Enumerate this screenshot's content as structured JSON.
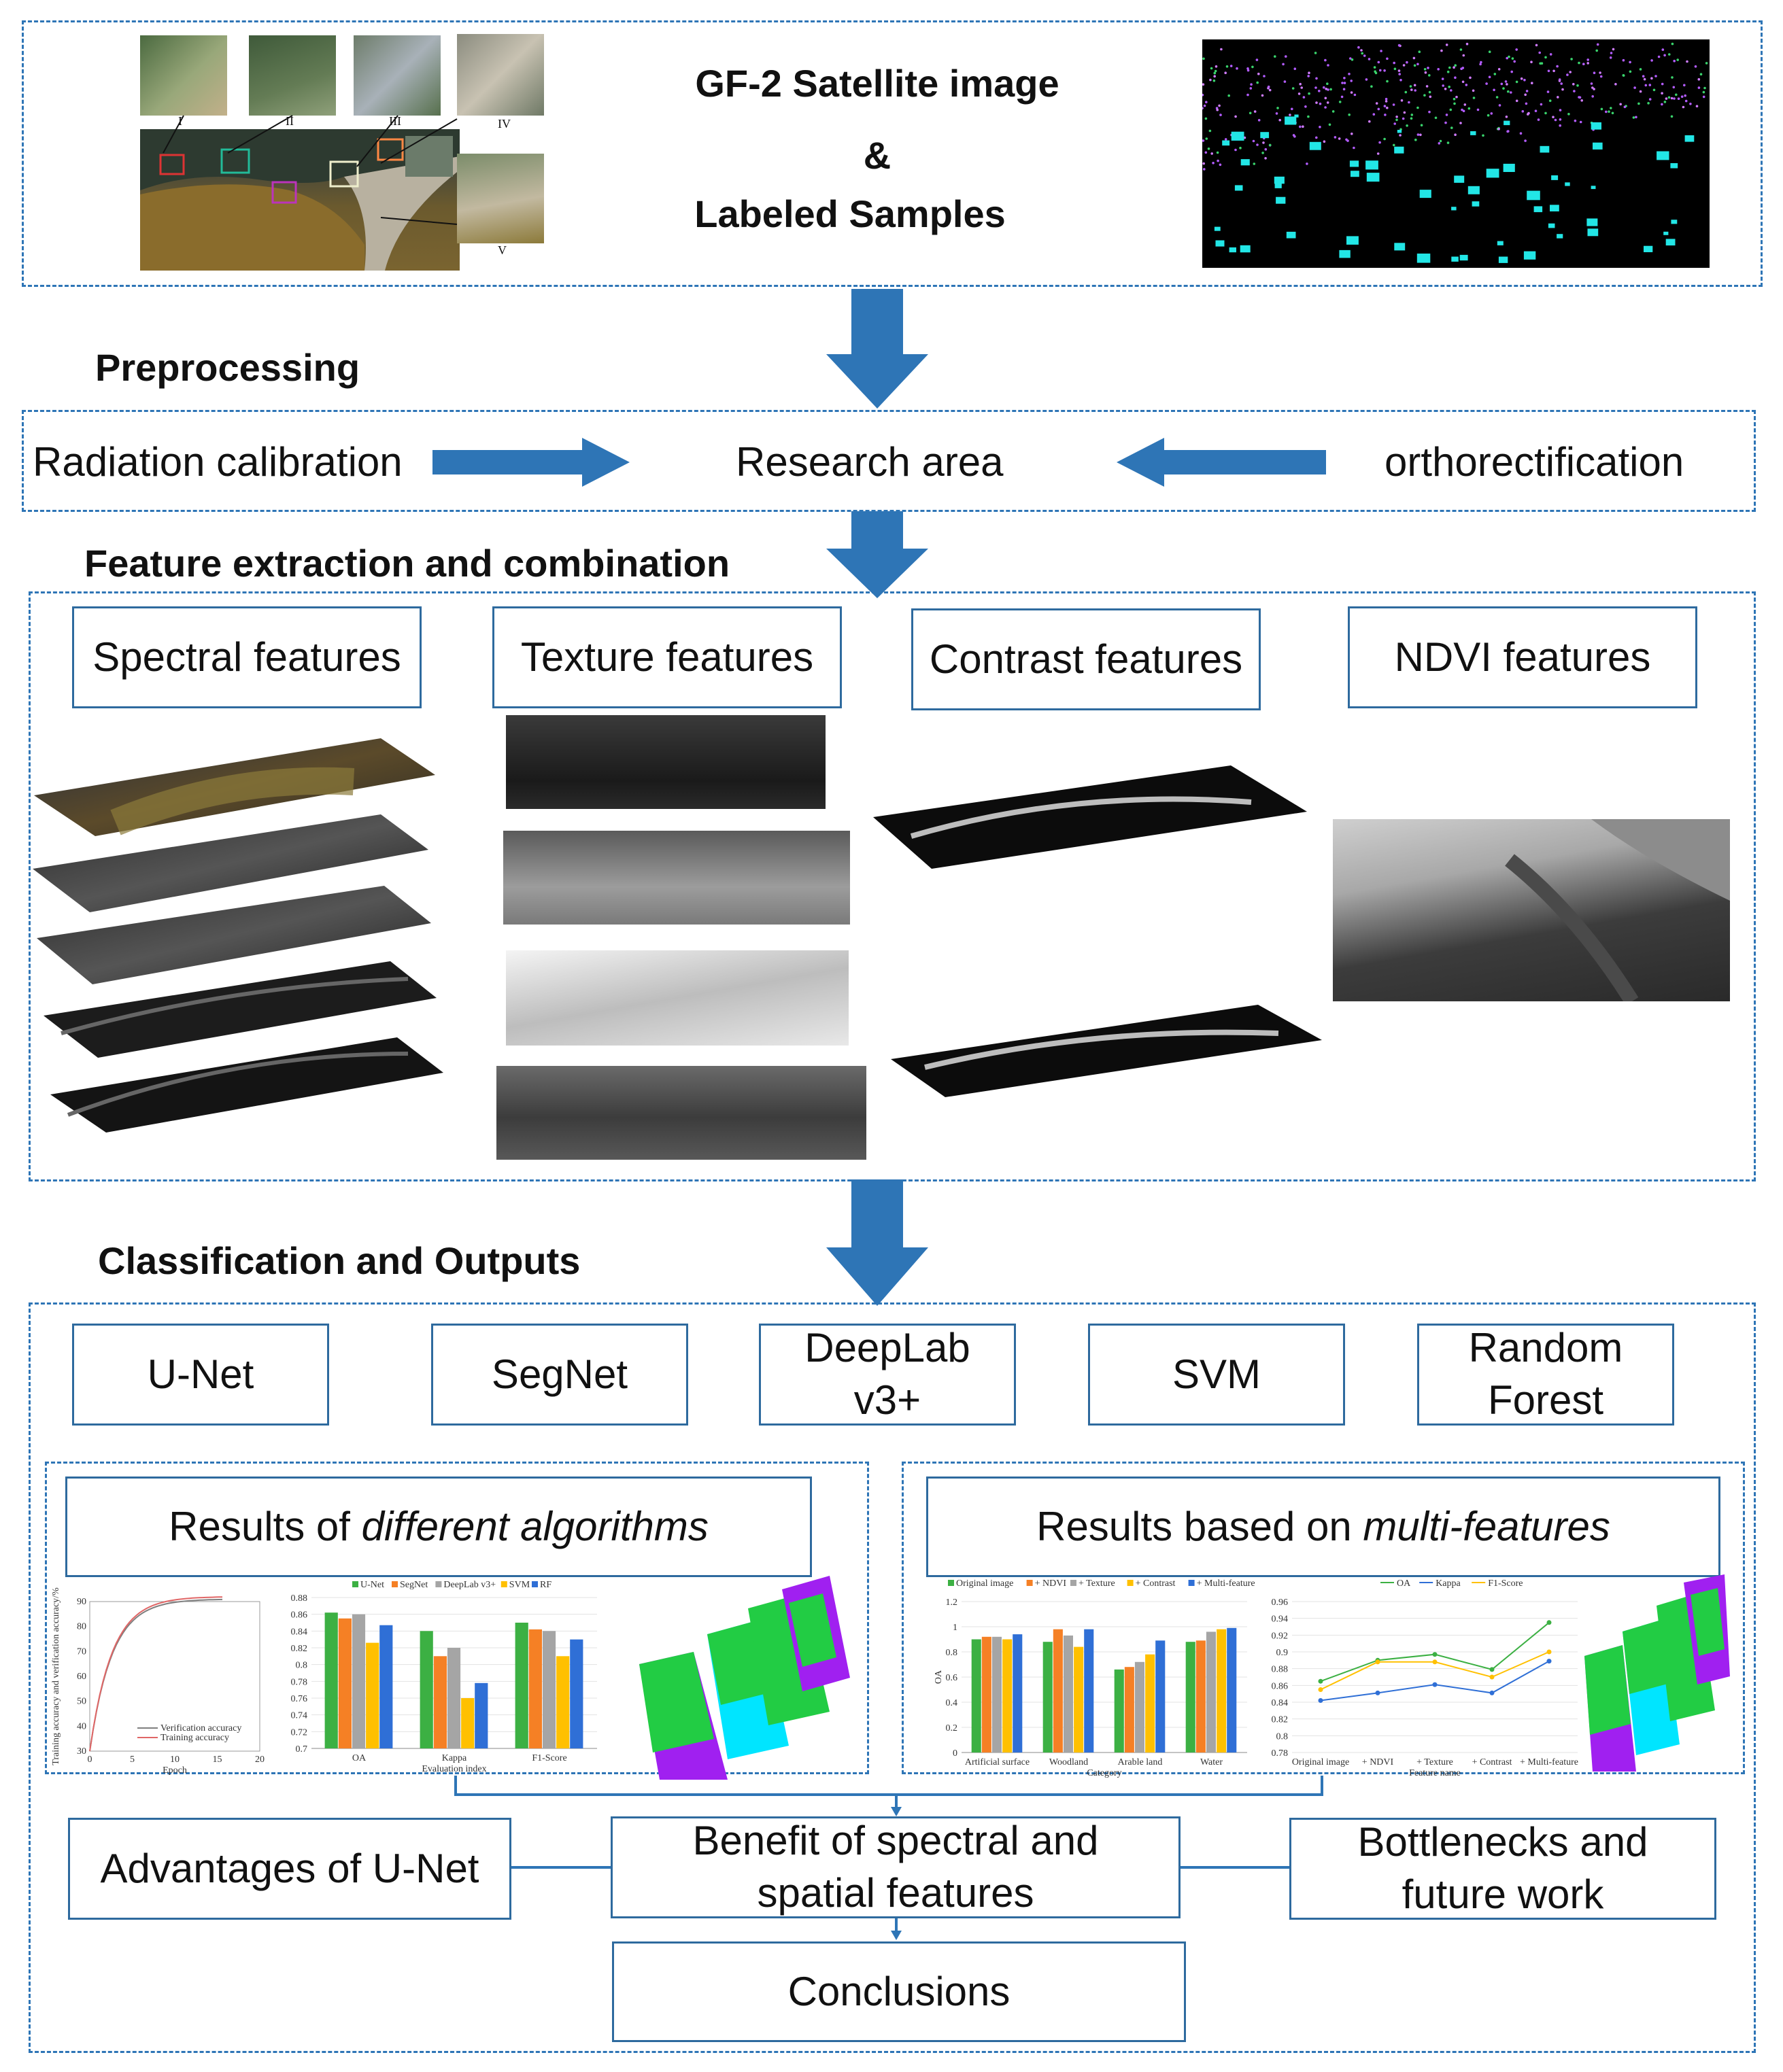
{
  "input_section": {
    "title_line1": "GF-2 Satellite image",
    "title_amp": "&",
    "title_line2": "Labeled Samples",
    "thumb_labels": [
      "I",
      "II",
      "III",
      "IV",
      "V"
    ]
  },
  "preprocessing": {
    "heading": "Preprocessing",
    "left": "Radiation calibration",
    "center": "Research area",
    "right": "orthorectification"
  },
  "features": {
    "heading": "Feature extraction and combination",
    "boxes": [
      "Spectral features",
      "Texture features",
      "Contrast features",
      "NDVI features"
    ]
  },
  "classification": {
    "heading": "Classification and Outputs",
    "algorithms": [
      "U-Net",
      "SegNet",
      "DeepLab v3+",
      "SVM",
      "Random Forest"
    ],
    "results_left_prefix": "Results of ",
    "results_left_italic": "different algorithms",
    "results_right_prefix": "Results based on ",
    "results_right_italic": "multi-features",
    "advantages": "Advantages of U-Net",
    "benefit": "Benefit of spectral and spatial features",
    "bottlenecks": "Bottlenecks and future work",
    "conclusions": "Conclusions"
  },
  "chart_data": [
    {
      "type": "line",
      "xlabel": "Epoch",
      "ylabel": "Training accuracy and verification accuracy/%",
      "series": [
        {
          "name": "Verification accuracy",
          "color": "#7f7f7f"
        },
        {
          "name": "Training accuracy",
          "color": "#e06666"
        }
      ],
      "x_ticks": [
        "0",
        "5",
        "10",
        "15",
        "20"
      ],
      "y_ticks": [
        "30",
        "40",
        "50",
        "60",
        "70",
        "80",
        "90"
      ]
    },
    {
      "type": "bar",
      "xlabel": "Evaluation index",
      "categories": [
        "OA",
        "Kappa",
        "F1-Score"
      ],
      "ylim": [
        0.7,
        0.88
      ],
      "y_ticks": [
        "0.7",
        "0.72",
        "0.74",
        "0.76",
        "0.78",
        "0.8",
        "0.82",
        "0.84",
        "0.86",
        "0.88"
      ],
      "series": [
        {
          "name": "U-Net",
          "color": "#3cb043",
          "values": [
            0.862,
            0.84,
            0.85
          ]
        },
        {
          "name": "SegNet",
          "color": "#f58025",
          "values": [
            0.855,
            0.81,
            0.842
          ]
        },
        {
          "name": "DeepLab v3+",
          "color": "#a5a5a5",
          "values": [
            0.86,
            0.82,
            0.84
          ]
        },
        {
          "name": "SVM",
          "color": "#ffc000",
          "values": [
            0.826,
            0.76,
            0.81
          ]
        },
        {
          "name": "RF",
          "color": "#2f6fd6",
          "values": [
            0.847,
            0.778,
            0.83
          ]
        }
      ]
    },
    {
      "type": "bar",
      "xlabel": "Category",
      "ylabel": "OA",
      "categories": [
        "Artificial surface",
        "Woodland",
        "Arable land",
        "Water"
      ],
      "ylim": [
        0,
        1.2
      ],
      "y_ticks": [
        "0",
        "0.2",
        "0.4",
        "0.6",
        "0.8",
        "1",
        "1.2"
      ],
      "series": [
        {
          "name": "Original image",
          "color": "#3cb043",
          "values": [
            0.9,
            0.88,
            0.66,
            0.88
          ]
        },
        {
          "name": "+ NDVI",
          "color": "#f58025",
          "values": [
            0.92,
            0.98,
            0.68,
            0.89
          ]
        },
        {
          "name": "+ Texture",
          "color": "#a5a5a5",
          "values": [
            0.92,
            0.93,
            0.72,
            0.96
          ]
        },
        {
          "name": "+ Contrast",
          "color": "#ffc000",
          "values": [
            0.9,
            0.84,
            0.78,
            0.98
          ]
        },
        {
          "name": "+ Multi-feature",
          "color": "#2f6fd6",
          "values": [
            0.94,
            0.98,
            0.89,
            0.99
          ]
        }
      ]
    },
    {
      "type": "line",
      "xlabel": "Feature name",
      "categories": [
        "Original image",
        "+ NDVI",
        "+ Texture",
        "+ Contrast",
        "+ Multi-feature"
      ],
      "ylim": [
        0.78,
        0.96
      ],
      "y_ticks": [
        "0.78",
        "0.8",
        "0.82",
        "0.84",
        "0.86",
        "0.88",
        "0.9",
        "0.92",
        "0.94",
        "0.96"
      ],
      "series": [
        {
          "name": "OA",
          "color": "#3cb043",
          "values": [
            0.865,
            0.89,
            0.897,
            0.879,
            0.935
          ]
        },
        {
          "name": "Kappa",
          "color": "#2f6fd6",
          "values": [
            0.842,
            0.851,
            0.861,
            0.851,
            0.889
          ]
        },
        {
          "name": "F1-Score",
          "color": "#ffc000",
          "values": [
            0.855,
            0.888,
            0.888,
            0.87,
            0.9
          ]
        }
      ]
    }
  ]
}
